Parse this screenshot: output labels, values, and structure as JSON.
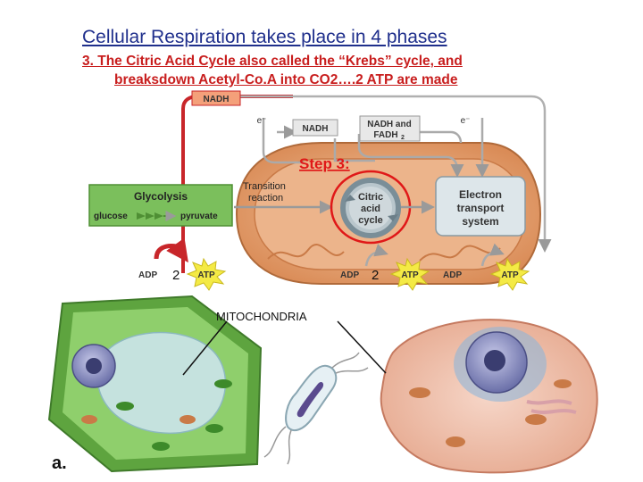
{
  "slide": {
    "title": "Cellular Respiration takes place in 4 phases",
    "subtitle_line1": "3.  The Citric Acid Cycle also called the “Krebs” cycle, and",
    "subtitle_line2": "breaksdown Acetyl-Co.A into CO2….2 ATP are made"
  },
  "diagram": {
    "nadh_top": "NADH",
    "electron1": "e⁻",
    "nadh_mid": "NADH",
    "nadh_and": "NADH and",
    "fadh2": "FADH",
    "fadh2_sub": "2",
    "electron2": "e⁻",
    "step_label": "Step 3:",
    "glycolysis": "Glycolysis",
    "glucose": "glucose",
    "pyruvate": "pyruvate",
    "transition_1": "Transition",
    "transition_2": "reaction",
    "krebs_1": "Citric",
    "krebs_2": "acid",
    "krebs_3": "cycle",
    "etc_1": "Electron",
    "etc_2": "transport",
    "etc_3": "system",
    "adp1": "ADP",
    "num1": "2",
    "atp1": "ATP",
    "adp2": "ADP",
    "num2": "2",
    "atp2": "ATP",
    "adp3": "ADP",
    "atp3": "ATP",
    "mito_label": "MITOCHONDRIA",
    "panel_label": "a."
  },
  "colors": {
    "title": "#1f2f8c",
    "subtitle": "#c81e1e",
    "glycolysis_green": "#7bbf5c",
    "mito_orange": "#e7a06a",
    "highlight_red": "#e01818",
    "atp_yellow": "#f4ea45"
  }
}
